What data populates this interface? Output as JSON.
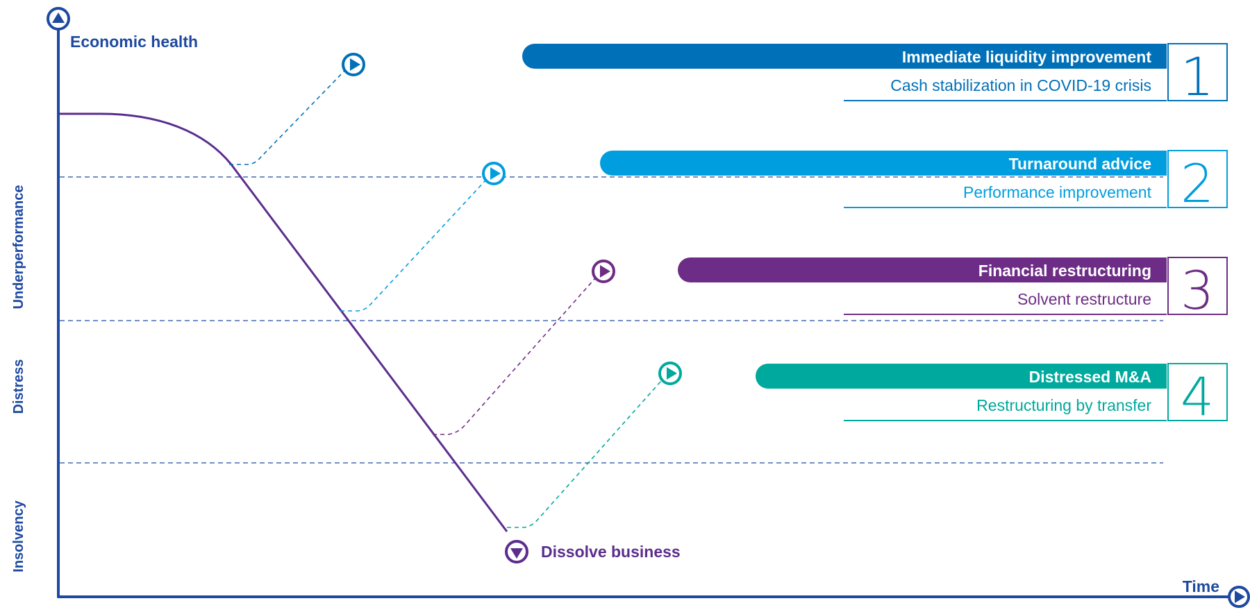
{
  "axes": {
    "y_label": "Economic health",
    "x_label": "Time",
    "zones": [
      "Underperformance",
      "Distress",
      "Insolvency"
    ],
    "axis_color": "#1e49a0"
  },
  "dissolve": {
    "label": "Dissolve business",
    "color": "#5b2d8e"
  },
  "stages": [
    {
      "number": "1",
      "title": "Immediate liquidity improvement",
      "subtitle": "Cash stabilization in COVID-19 crisis",
      "color": "#0070b8",
      "marker_icon": "play-circle-icon"
    },
    {
      "number": "2",
      "title": "Turnaround advice",
      "subtitle": "Performance improvement",
      "color": "#009ede",
      "marker_icon": "play-circle-icon"
    },
    {
      "number": "3",
      "title": "Financial restructuring",
      "subtitle": "Solvent restructure",
      "color": "#6d2c85",
      "marker_icon": "play-circle-icon"
    },
    {
      "number": "4",
      "title": "Distressed M&A",
      "subtitle": "Restructuring by transfer",
      "color": "#00a99d",
      "marker_icon": "play-circle-icon"
    }
  ]
}
